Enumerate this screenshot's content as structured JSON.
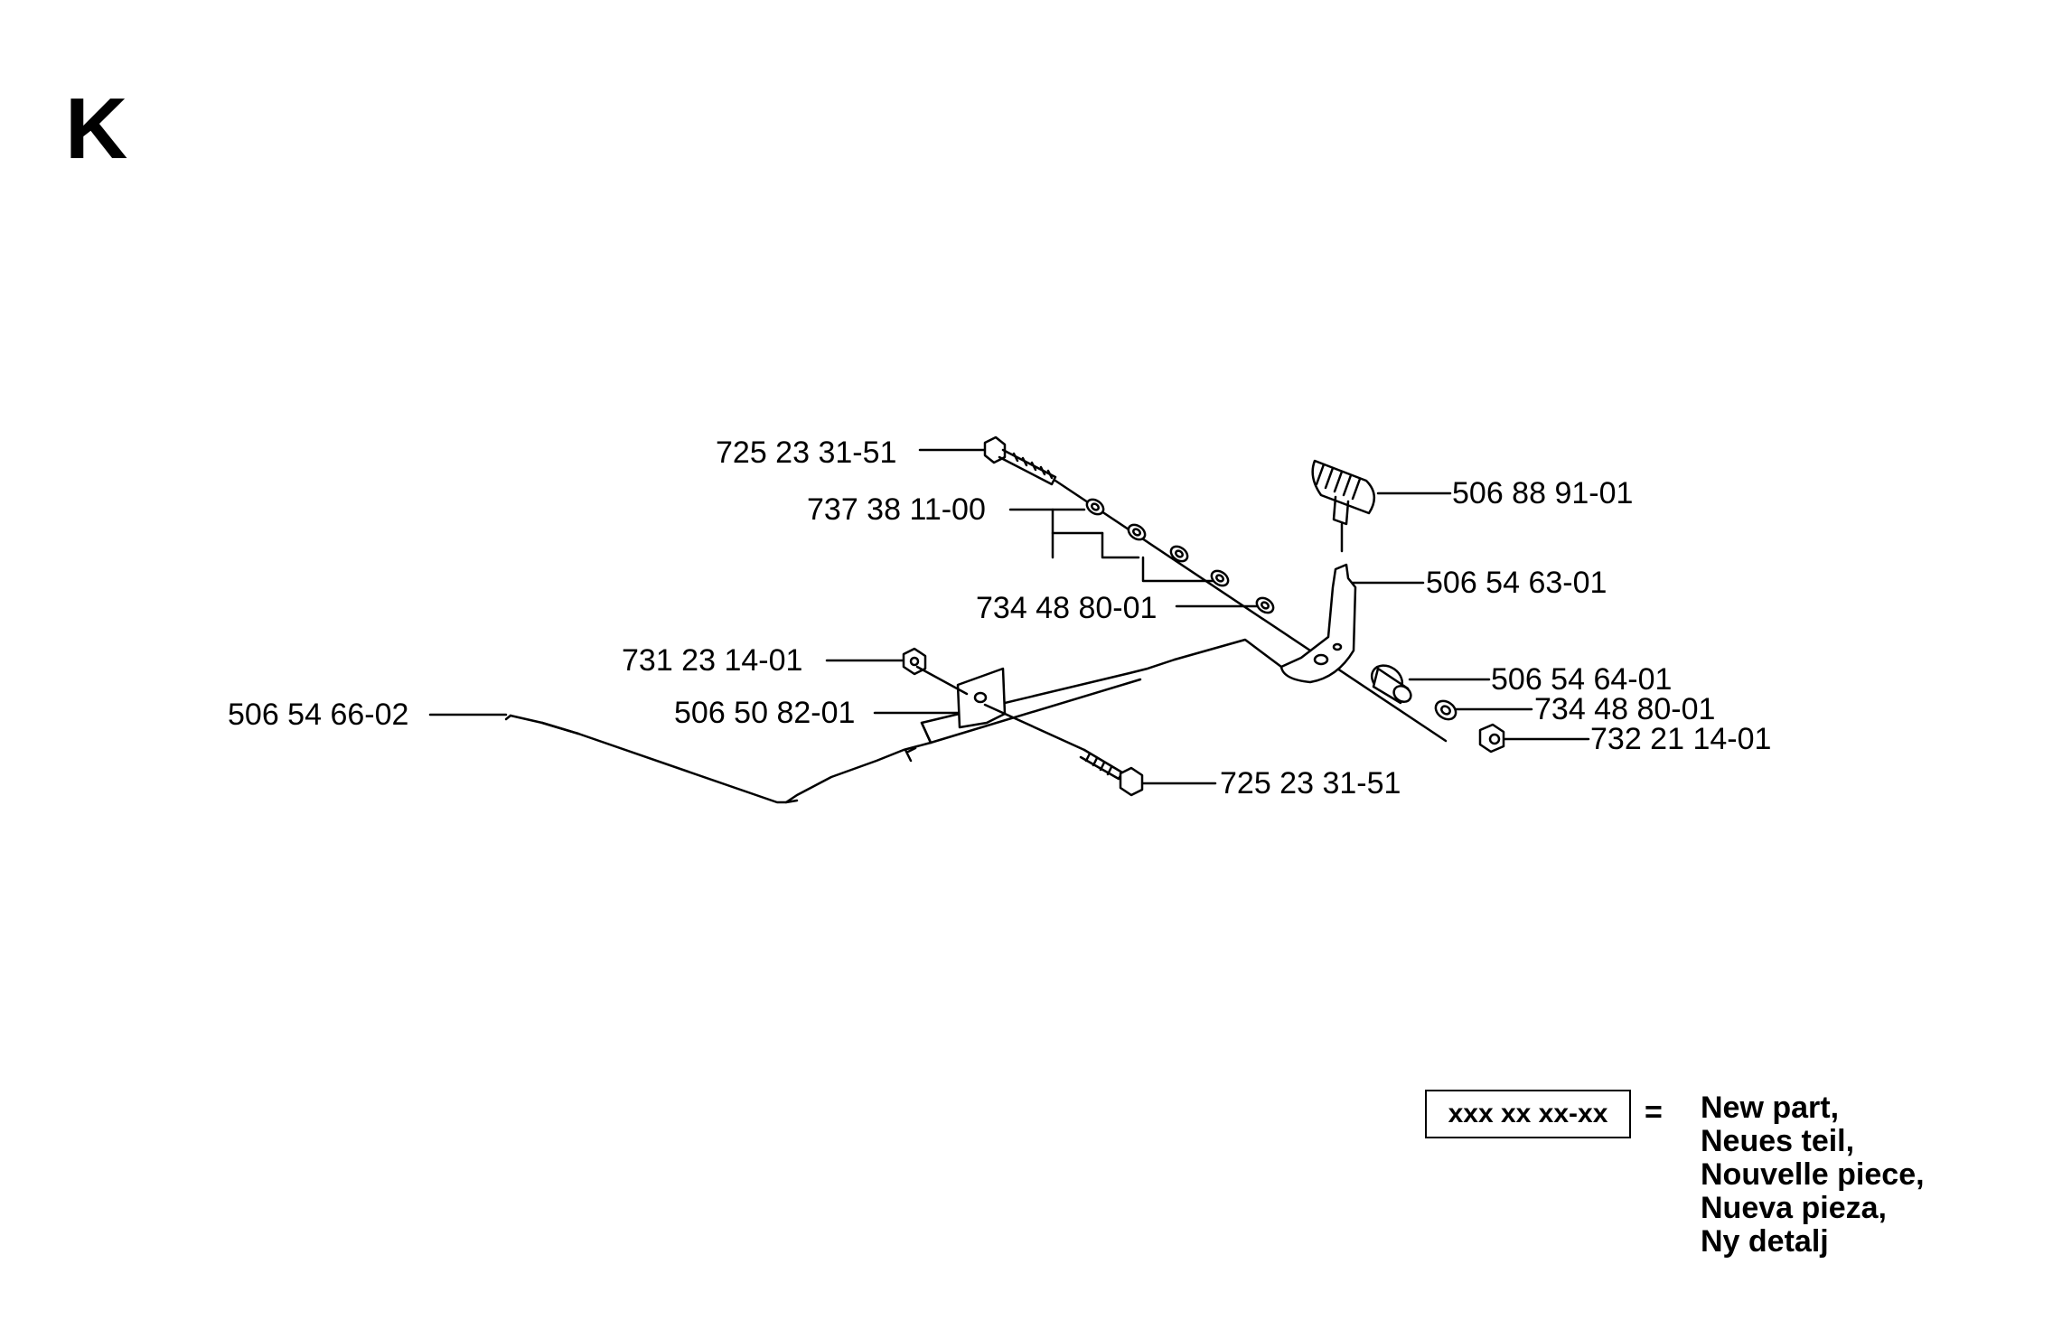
{
  "page_letter": "K",
  "callouts": [
    {
      "id": "bolt-top",
      "label": "725 23 31-51"
    },
    {
      "id": "washer-737",
      "label": "737 38 11-00"
    },
    {
      "id": "washer-734-a",
      "label": "734 48 80-01"
    },
    {
      "id": "nut-731",
      "label": "731 23 14-01"
    },
    {
      "id": "cable",
      "label": "506 54 66-02"
    },
    {
      "id": "bracket",
      "label": "506 50 82-01"
    },
    {
      "id": "bolt-bottom",
      "label": "725 23 31-51"
    },
    {
      "id": "knob",
      "label": "506 88 91-01"
    },
    {
      "id": "lever",
      "label": "506 54 63-01"
    },
    {
      "id": "spacer",
      "label": "506 54 64-01"
    },
    {
      "id": "washer-734-b",
      "label": "734 48 80-01"
    },
    {
      "id": "nut-732",
      "label": "732 21 14-01"
    }
  ],
  "legend": {
    "sample": "xxx xx xx-xx",
    "equals": "=",
    "lines": [
      "New part,",
      "Neues teil,",
      "Nouvelle piece,",
      "Nueva pieza,",
      "Ny detalj"
    ]
  }
}
